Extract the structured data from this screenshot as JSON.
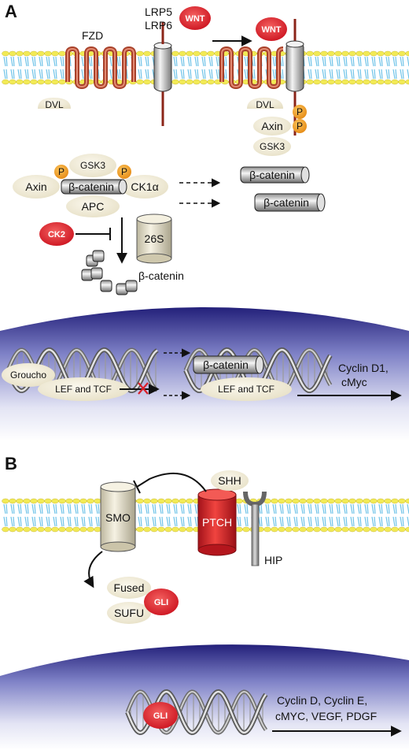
{
  "panelA": {
    "letter": "A",
    "fzd": "FZD",
    "lrp5": "LRP5",
    "lrp6": "LRP6",
    "wnt1": "WNT",
    "wnt2": "WNT",
    "dvl1": "DVL",
    "dvl2": "DVL",
    "p_mem1": "P",
    "p_mem2": "P",
    "axin_mem": "Axin",
    "gsk3_mem": "GSK3",
    "complex": {
      "gsk3": "GSK3",
      "axin": "Axin",
      "bcat": "β-catenin",
      "ck1a": "CK1α",
      "apc": "APC",
      "p1": "P",
      "p2": "P"
    },
    "bcat_free1": "β-catenin",
    "bcat_free2": "β-catenin",
    "ck2": "CK2",
    "proteasome": "26S",
    "bcat_degraded": "β-catenin",
    "nucleus": {
      "groucho": "Groucho",
      "lef_tcf1": "LEF and TCF",
      "lef_tcf2": "LEF and TCF",
      "bcat_nuc": "β-catenin",
      "targets_line1": "Cyclin D1,",
      "targets_line2": "cMyc"
    }
  },
  "panelB": {
    "letter": "B",
    "shh": "SHH",
    "smo": "SMO",
    "ptch": "PTCH",
    "hip": "HIP",
    "fused": "Fused",
    "sufu": "SUFU",
    "gli_cyto": "GLI",
    "gli_nuc": "GLI",
    "targets_line1": "Cyclin D, Cyclin E,",
    "targets_line2": "cMYC, VEGF, PDGF"
  },
  "colors": {
    "membrane_head": "#f2ea55",
    "membrane_tail": "#6fc3e8",
    "fzd": "#a8412a",
    "red_oval": "#e2202c",
    "phospho": "#f29a25",
    "protein": "#f3eedb",
    "nucleus_top": "#25237a"
  }
}
